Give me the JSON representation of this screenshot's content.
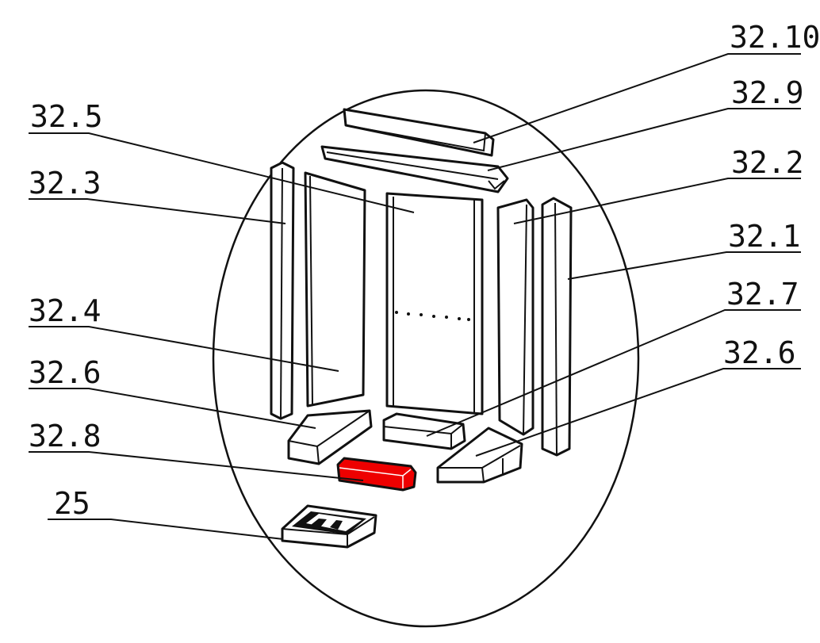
{
  "diagram": {
    "highlight_color": "#ee0000",
    "labels": {
      "p32_10": "32.10",
      "p32_9": "32.9",
      "p32_2": "32.2",
      "p32_1": "32.1",
      "p32_7": "32.7",
      "p32_6_right": "32.6",
      "p32_5": "32.5",
      "p32_3": "32.3",
      "p32_4": "32.4",
      "p32_6_left": "32.6",
      "p32_8": "32.8",
      "p25": "25"
    }
  }
}
